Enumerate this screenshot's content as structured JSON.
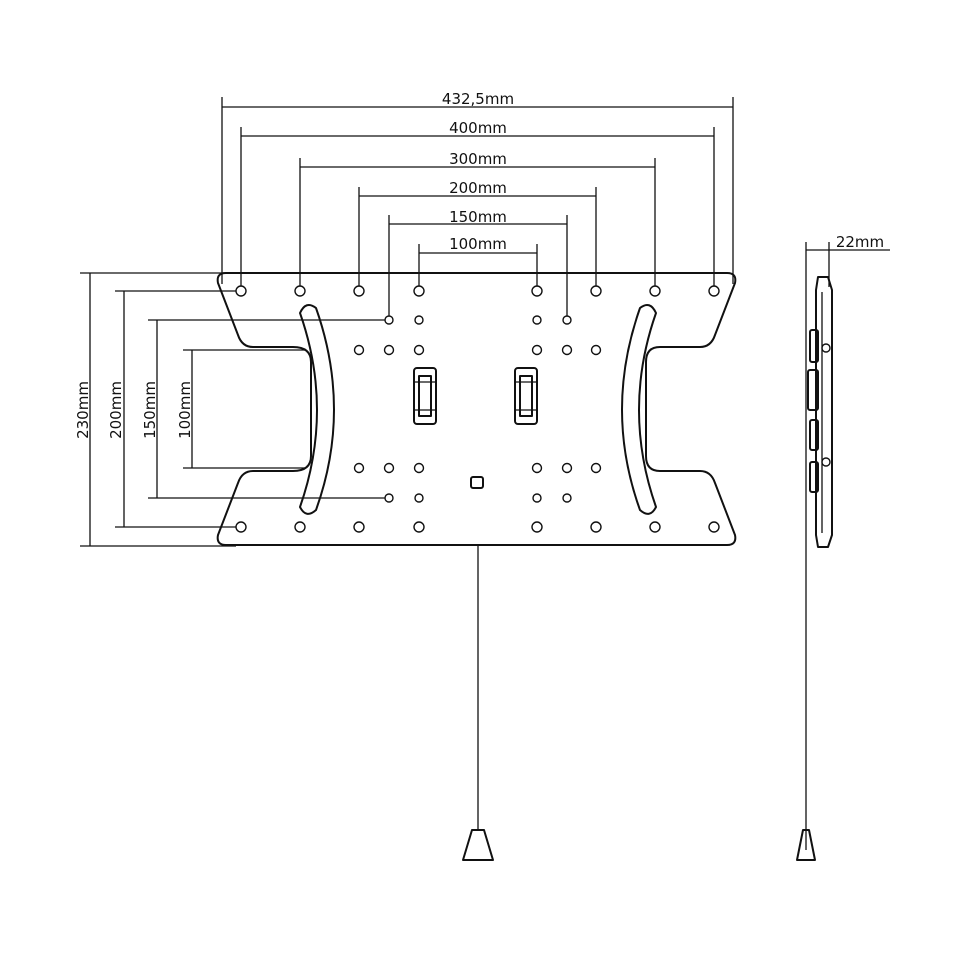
{
  "dimensions": {
    "horizontal": [
      "432,5mm",
      "400mm",
      "300mm",
      "200mm",
      "150mm",
      "100mm"
    ],
    "vertical": [
      "230mm",
      "200mm",
      "150mm",
      "100mm"
    ],
    "depth": "22mm"
  }
}
